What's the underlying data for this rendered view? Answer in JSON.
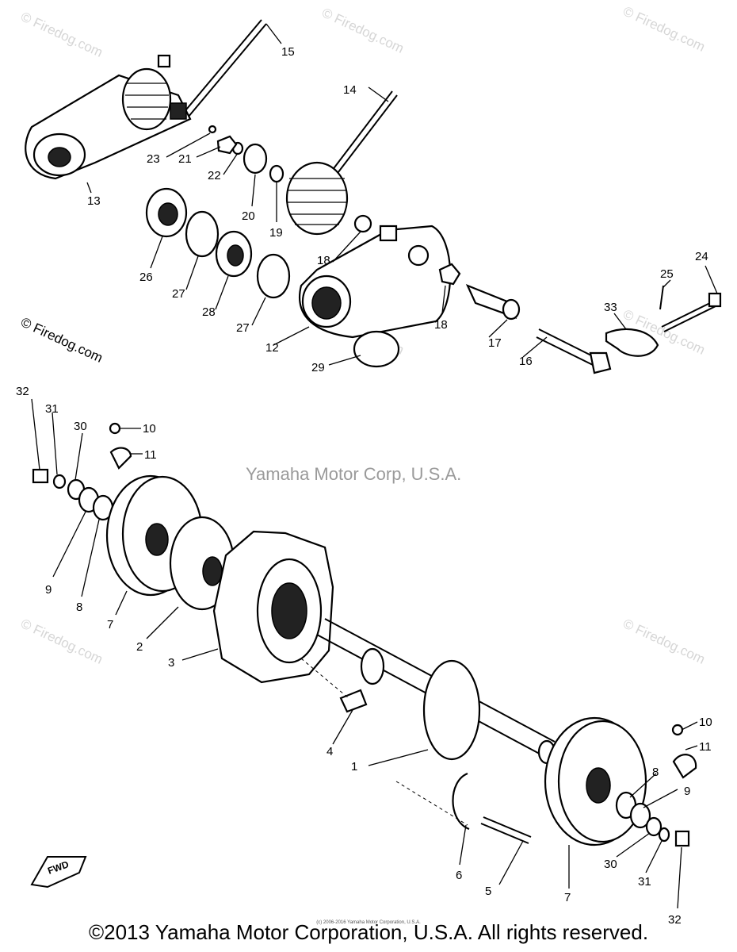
{
  "watermarks": {
    "site": "© Firedog.com",
    "center": "Yamaha Motor Corp, U.S.A."
  },
  "callouts": [
    "1",
    "2",
    "3",
    "4",
    "5",
    "6",
    "7",
    "7",
    "8",
    "8",
    "9",
    "9",
    "10",
    "10",
    "11",
    "11",
    "12",
    "13",
    "14",
    "15",
    "16",
    "17",
    "18",
    "18",
    "19",
    "20",
    "21",
    "22",
    "23",
    "24",
    "25",
    "26",
    "27",
    "27",
    "28",
    "29",
    "30",
    "30",
    "31",
    "31",
    "32",
    "32",
    "33"
  ],
  "front_badge": "FWD",
  "footer": {
    "copyright": "©2013 Yamaha Motor Corporation, U.S.A. All rights reserved.",
    "small_print": "(c) 2006-2016 Yamaha Motor Corporation, U.S.A."
  }
}
